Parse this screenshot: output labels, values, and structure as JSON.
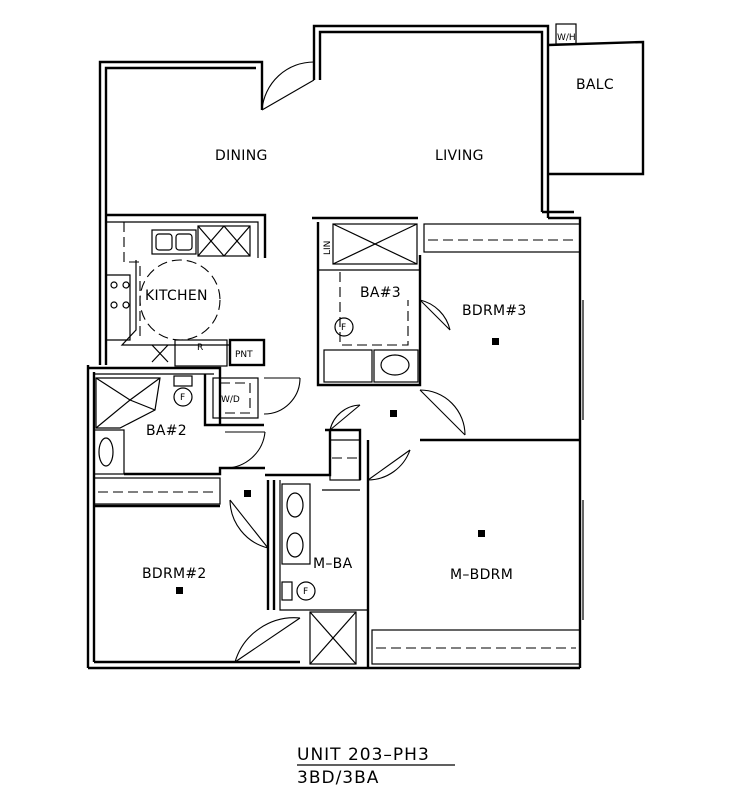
{
  "rooms": {
    "dining": "DINING",
    "living": "LIVING",
    "balcony": "BALC",
    "kitchen": "KITCHEN",
    "bath3": "BA#3",
    "bedroom3": "BDRM#3",
    "bath2": "BA#2",
    "bedroom2": "BDRM#2",
    "master_bath": "M–BA",
    "master_bedroom": "M–BDRM"
  },
  "fixtures": {
    "water_heater": "W/H",
    "linen": "LIN",
    "pantry": "PNT",
    "washer_dryer": "W/D",
    "refrigerator": "R",
    "toilet_symbol": "F"
  },
  "caption": {
    "unit": "UNIT 203–PH3",
    "layout": "3BD/3BA"
  }
}
